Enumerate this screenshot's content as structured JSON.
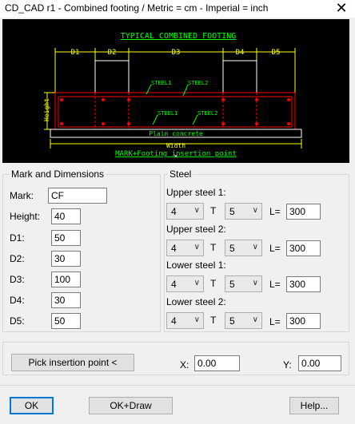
{
  "window": {
    "title": "CD_CAD r1 - Combined footing / Metric = cm - Imperial = inch",
    "close_glyph": "✕"
  },
  "preview": {
    "title": "TYPICAL COMBINED FOOTING",
    "dims": [
      "D1",
      "D2",
      "D3",
      "D4",
      "D5"
    ],
    "steel_labels": [
      "STEEL1",
      "STEEL2",
      "STEEL1",
      "STEEL2"
    ],
    "height_label": "Height",
    "plain_concrete": "Plain concrete",
    "width_label": "Width",
    "insertion_label": "MARK+Footing insertion point",
    "colors": {
      "title": "#00ff00",
      "dims": "#ffff00",
      "footing": "#ff0000",
      "concrete": "#ffffff"
    }
  },
  "mark_dimensions": {
    "legend": "Mark and Dimensions",
    "fields": [
      {
        "label": "Mark:",
        "value": "CF"
      },
      {
        "label": "Height:",
        "value": "40"
      },
      {
        "label": "D1:",
        "value": "50"
      },
      {
        "label": "D2:",
        "value": "30"
      },
      {
        "label": "D3:",
        "value": "100"
      },
      {
        "label": "D4:",
        "value": "30"
      },
      {
        "label": "D5:",
        "value": "50"
      }
    ]
  },
  "steel": {
    "legend": "Steel",
    "rows": [
      {
        "label": "Upper steel 1:",
        "count": "4",
        "t_label": "T",
        "diameter": "5",
        "l_label": "L=",
        "length": "300"
      },
      {
        "label": "Upper steel 2:",
        "count": "4",
        "t_label": "T",
        "diameter": "5",
        "l_label": "L=",
        "length": "300"
      },
      {
        "label": "Lower steel 1:",
        "count": "4",
        "t_label": "T",
        "diameter": "5",
        "l_label": "L=",
        "length": "300"
      },
      {
        "label": "Lower steel 2:",
        "count": "4",
        "t_label": "T",
        "diameter": "5",
        "l_label": "L=",
        "length": "300"
      }
    ]
  },
  "insertion": {
    "button_label": "Pick insertion point <",
    "x_label": "X:",
    "x_value": "0.00",
    "y_label": "Y:",
    "y_value": "0.00"
  },
  "buttons": {
    "ok": "OK",
    "ok_draw": "OK+Draw",
    "help": "Help..."
  }
}
